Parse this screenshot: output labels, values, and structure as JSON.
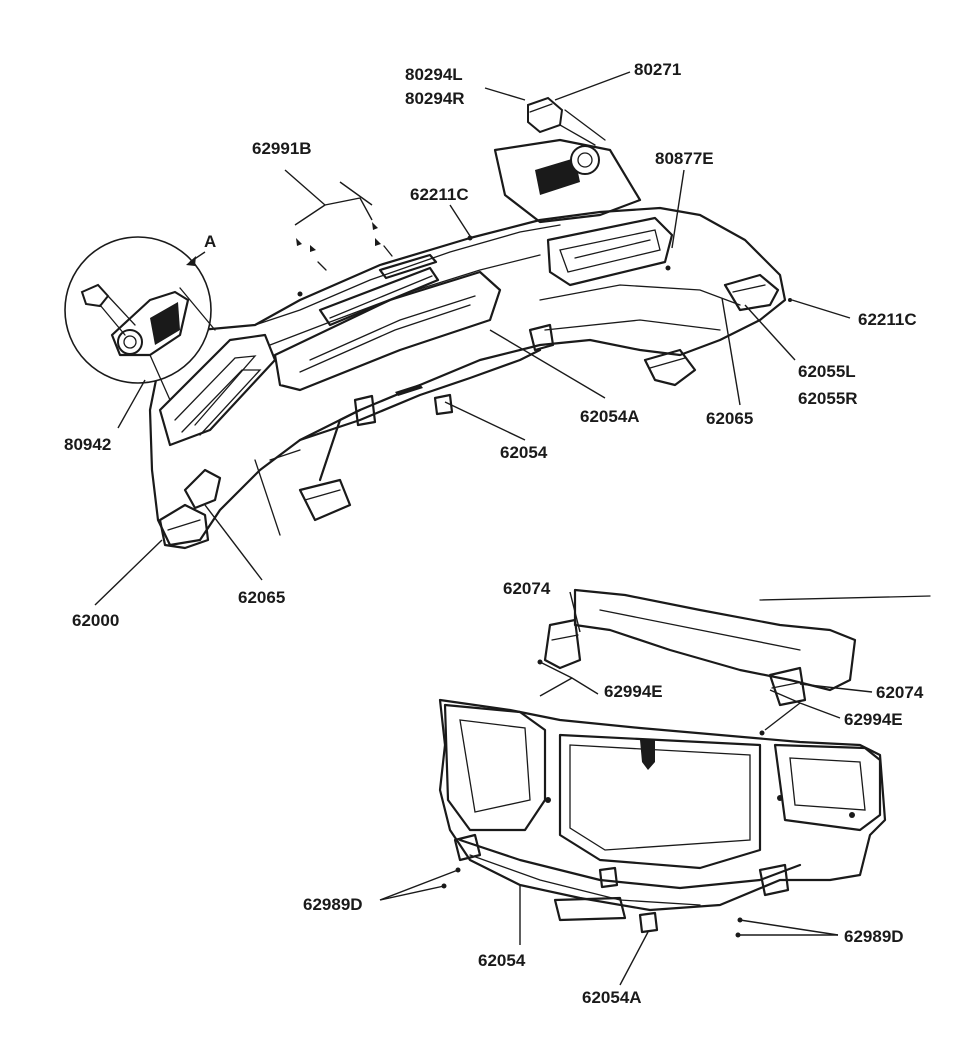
{
  "diagram": {
    "labels": {
      "p80294L": "80294L",
      "p80294R": "80294R",
      "p80271": "80271",
      "p62991B": "62991B",
      "p80877E": "80877E",
      "p62211C_top": "62211C",
      "p62211C_right": "62211C",
      "detail_A": "A",
      "p80942": "80942",
      "p62055L": "62055L",
      "p62055R": "62055R",
      "p62054A_top": "62054A",
      "p62065_right": "62065",
      "p62054_top": "62054",
      "p62000": "62000",
      "p62065_left": "62065",
      "p62074_top": "62074",
      "p62074_right": "62074",
      "p62994E_left": "62994E",
      "p62994E_right": "62994E",
      "p62989D_left": "62989D",
      "p62989D_right": "62989D",
      "p62054_bottom": "62054",
      "p62054A_bottom": "62054A"
    }
  }
}
